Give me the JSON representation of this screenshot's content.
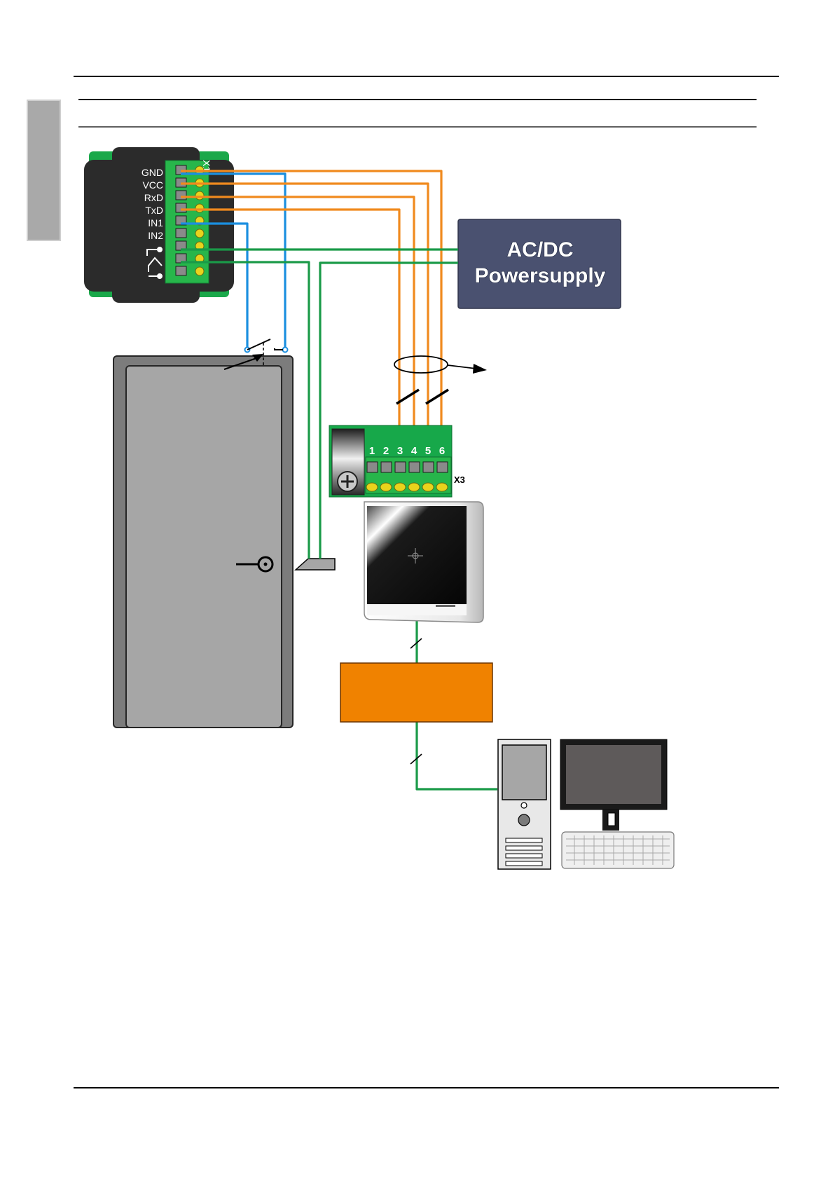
{
  "relay_module": {
    "terminal_block_label": "X1",
    "terminal_labels": [
      "GND",
      "VCC",
      "RxD",
      "TxD",
      "IN1",
      "IN2"
    ]
  },
  "power_supply": {
    "line1": "AC/DC",
    "line2": "Powersupply"
  },
  "reader_terminal": {
    "block_label": "X3",
    "pins": [
      "1",
      "2",
      "3",
      "4",
      "5",
      "6"
    ]
  },
  "colors": {
    "wire_orange": "#f08a1e",
    "wire_blue": "#1b8fe0",
    "wire_green": "#1a9a48",
    "terminal_green": "#17a84a",
    "psu_fill": "#4a5170",
    "controller_fill": "#f08200",
    "door_fill": "#a6a6a6",
    "side_tab_fill": "#a9a9a9"
  },
  "icons": [
    "relay-nc-contact-icon",
    "relay-no-contact-icon",
    "screw-icon",
    "door-contact-switch-icon",
    "door-strike-icon",
    "pc-tower-icon",
    "monitor-icon",
    "keyboard-icon"
  ]
}
